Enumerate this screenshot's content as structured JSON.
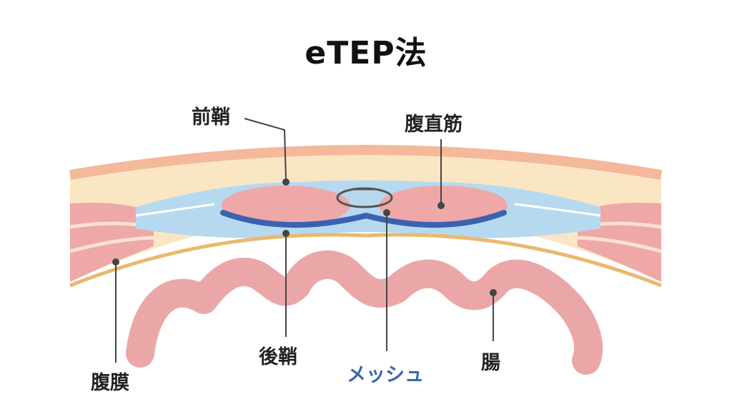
{
  "title": "eTEP法",
  "labels": {
    "anterior_sheath": "前鞘",
    "rectus_muscle": "腹直筋",
    "peritoneum": "腹膜",
    "posterior_sheath": "後鞘",
    "mesh": "メッシュ",
    "intestine": "腸"
  },
  "colors": {
    "skin": "#f4b89b",
    "fat": "#fbe6c4",
    "muscle": "#eea8a8",
    "muscle_stripe": "#fbe1d2",
    "fascia": "#b6d9ef",
    "mesh": "#3a62b0",
    "peritoneum_line": "#e9b96e",
    "intestine": "#eba7a7",
    "leader_line": "#444444",
    "mesh_label": "#3a66b3"
  }
}
